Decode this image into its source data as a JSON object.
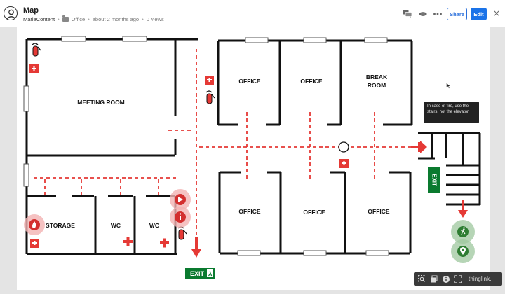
{
  "header": {
    "title": "Map",
    "author": "MariaContent",
    "folder": "Office",
    "updated": "about 2 months ago",
    "views": "0 views",
    "share_label": "Share",
    "edit_label": "Edit",
    "close_label": "×"
  },
  "icons": {
    "comments": "comments-icon",
    "preview": "eye-icon",
    "more": "more-icon",
    "close": "close-icon"
  },
  "floorplan": {
    "rooms": {
      "meeting_room": "MEETING ROOM",
      "office_top_1": "OFFICE",
      "office_top_2": "OFFICE",
      "break_room_line1": "BREAK",
      "break_room_line2": "ROOM",
      "office_bottom_1": "OFFICE",
      "office_bottom_2": "OFFICE",
      "office_bottom_3": "OFFICE",
      "storage": "STORAGE",
      "wc_1": "WC",
      "wc_2": "WC"
    },
    "exit_sign": "EXIT",
    "colors": {
      "wall": "#111111",
      "route": "#e53935",
      "hotspot": "#d32f2f",
      "hotspot_halo": "#f3b3b3",
      "exit_green": "#0a7a2f",
      "map_halo": "#9ec79e"
    }
  },
  "tooltip": {
    "text": "In case of fire, use the stairs, not the elevator"
  },
  "toolbar": {
    "brand": "thinglink."
  }
}
